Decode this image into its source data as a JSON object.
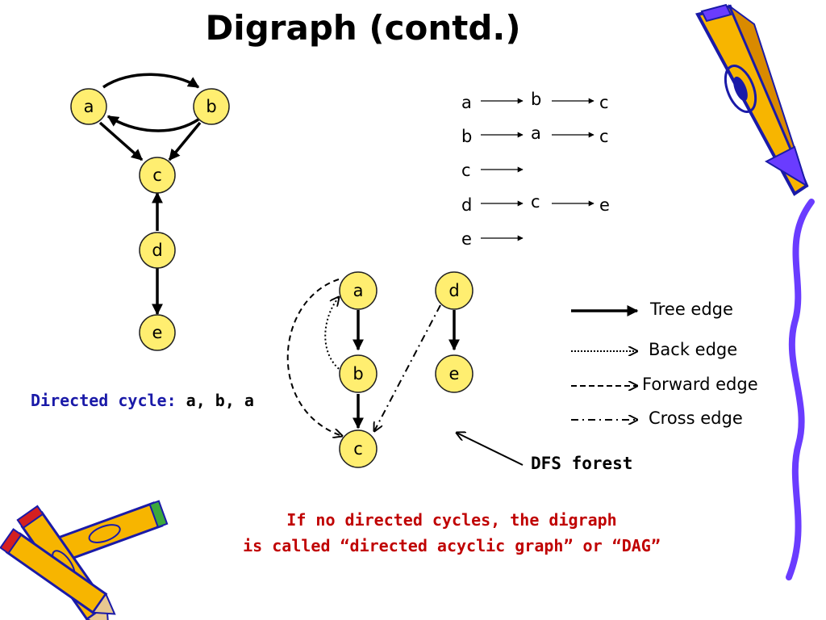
{
  "title": "Digraph (contd.)",
  "colors": {
    "node_fill": "#ffee70",
    "node_stroke": "#222222",
    "cycle_label": "#1a1aa8",
    "dag_note": "#c00000",
    "pencil_body": "#f7b500",
    "pencil_outline": "#1a1aa8",
    "ribbon": "#6a3cff"
  },
  "digraph": {
    "nodes": [
      "a",
      "b",
      "c",
      "d",
      "e"
    ],
    "edges": [
      [
        "a",
        "b"
      ],
      [
        "b",
        "a"
      ],
      [
        "a",
        "c"
      ],
      [
        "b",
        "c"
      ],
      [
        "d",
        "c"
      ],
      [
        "d",
        "e"
      ]
    ]
  },
  "adjacency_list": [
    {
      "node": "a",
      "neighbors": [
        "b",
        "c"
      ]
    },
    {
      "node": "b",
      "neighbors": [
        "a",
        "c"
      ]
    },
    {
      "node": "c",
      "neighbors": []
    },
    {
      "node": "d",
      "neighbors": [
        "c",
        "e"
      ]
    },
    {
      "node": "e",
      "neighbors": []
    }
  ],
  "directed_cycle": {
    "label": "Directed cycle:",
    "value": "a, b, a"
  },
  "dfs_forest": {
    "label": "DFS forest",
    "nodes": [
      "a",
      "b",
      "c",
      "d",
      "e"
    ],
    "tree_edges": [
      [
        "a",
        "b"
      ],
      [
        "b",
        "c"
      ],
      [
        "d",
        "e"
      ]
    ],
    "back_edges": [
      [
        "b",
        "a"
      ]
    ],
    "forward_edges": [
      [
        "a",
        "c"
      ]
    ],
    "cross_edges": [
      [
        "d",
        "c"
      ]
    ]
  },
  "legend": [
    {
      "label": "Tree edge",
      "style": "solid"
    },
    {
      "label": "Back edge",
      "style": "dotted"
    },
    {
      "label": "Forward edge",
      "style": "dashed"
    },
    {
      "label": "Cross edge",
      "style": "dash-dot"
    }
  ],
  "dag_note": {
    "line1": "If no directed cycles, the digraph",
    "line2": "is called “directed acyclic graph” or “DAG”"
  },
  "decorations": [
    "pencil-icon",
    "crossed-pencils-icon",
    "wavy-ribbon"
  ]
}
